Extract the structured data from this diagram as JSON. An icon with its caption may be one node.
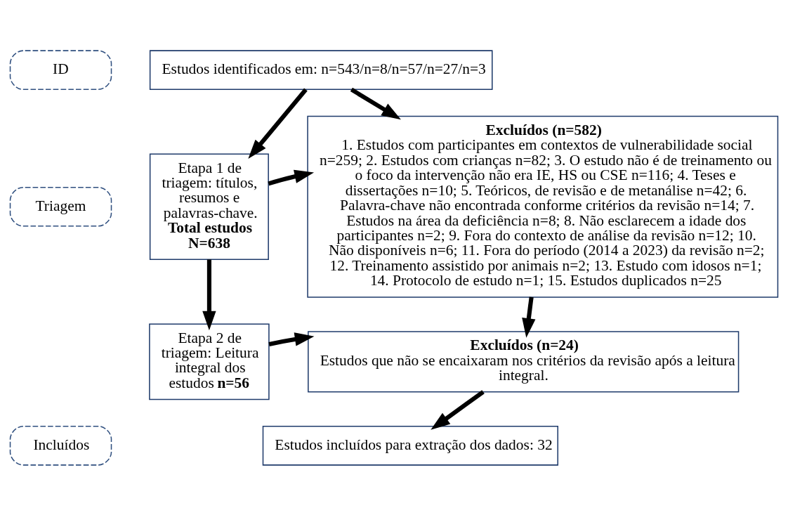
{
  "diagram": {
    "nodes": [
      {
        "text": [
          "ID"
        ]
      },
      {
        "text": [
          "Triagem"
        ]
      },
      {
        "text": [
          "Incluídos"
        ]
      },
      {
        "text": [
          "Estudos identificados em: n=543/n=8/n=57/n=27/n=3"
        ]
      },
      {
        "text": [
          "Etapa 1 de triagem: títulos, resumos e palavras-chave.",
          "Total estudos N=638"
        ]
      },
      {
        "text": [
          "Excluídos (n=582)",
          "1. Estudos com participantes em contextos de vulnerabilidade social n=259; 2. Estudos com crianças n=82; 3. O estudo não é de treinamento ou o foco da intervenção não era IE, HS ou CSE n=116; 4. Teses e dissertações n=10; 5. Teóricos, de revisão e de metanálise n=42; 6. Palavra-chave não encontrada conforme critérios da revisão n=14; 7. Estudos na área da deficiência n=8; 8. Não esclarecem a idade dos participantes n=2; 9. Fora do contexto de análise da revisão n=12; 10. Não disponíveis n=6; 11. Fora do período (2014 a 2023) da revisão n=2; 12. Treinamento assistido por animais n=2; 13. Estudo com idosos n=1; 14. Protocolo de estudo n=1; 15. Estudos duplicados n=25"
        ]
      },
      {
        "text": [
          "Etapa 2 de triagem: Leitura integral dos estudos **n=56**"
        ]
      },
      {
        "text": [
          "Excluídos (n=24)",
          "Estudos que não se encaixaram nos critérios da revisão após a leitura integral."
        ]
      },
      {
        "text": [
          "Estudos incluídos para extração dos dados: 32"
        ]
      }
    ],
    "edges": [
      {
        "from": 3,
        "to": 4,
        "arrow": "to"
      },
      {
        "from": 3,
        "to": 5,
        "arrow": "to"
      },
      {
        "from": 4,
        "to": 5,
        "arrow": "to"
      },
      {
        "from": 4,
        "to": 6,
        "arrow": "to"
      },
      {
        "from": 5,
        "to": 7,
        "arrow": "to"
      },
      {
        "from": 6,
        "to": 7,
        "arrow": "to"
      },
      {
        "from": 7,
        "to": 8,
        "arrow": "to"
      }
    ]
  }
}
